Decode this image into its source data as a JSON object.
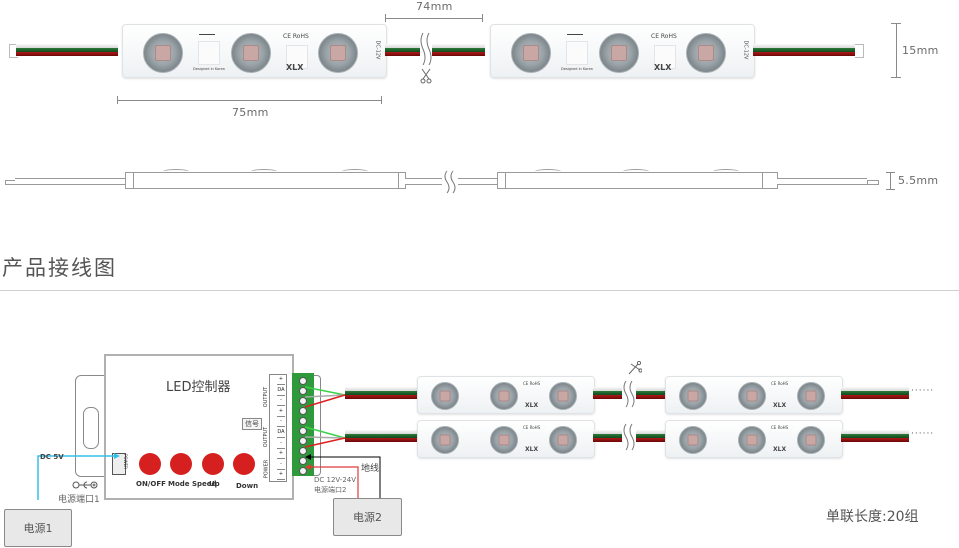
{
  "dimensions": {
    "gap_length": "74mm",
    "module_length": "75mm",
    "module_width": "15mm",
    "module_height": "5.5mm"
  },
  "module": {
    "cert_text": "CE RoHS",
    "brand": "XLX",
    "voltage": "DC-12V",
    "made_in": "Designed in Korea"
  },
  "section": {
    "title": "产品接线图"
  },
  "controller": {
    "title": "LED控制器",
    "signal_tag": "信号",
    "power_port": "POWER",
    "output_label": "OUTPUT",
    "power_label": "POWER",
    "terminal_pins": [
      "+",
      "DA",
      "-",
      "+",
      "-",
      "DA",
      "-",
      "+",
      "-",
      "+"
    ],
    "buttons": [
      {
        "label": "ON/OFF",
        "color": "#d61f1f"
      },
      {
        "label": "Mode",
        "color": "#d61f1f"
      },
      {
        "label": "Speed",
        "color": "#d61f1f"
      },
      {
        "label": "Up",
        "color": "#d61f1f"
      },
      {
        "label": "Down",
        "color": "#d61f1f"
      }
    ],
    "button_text": [
      "ON/OFF",
      "Mode Speed",
      "Up",
      "Down"
    ]
  },
  "wiring": {
    "dc5v_label": "DC 5V",
    "port1_label": "电源端口1",
    "psu1_label": "电源1",
    "psu2_label": "电源2",
    "ground_label": "地线",
    "dc12_24_label": "DC 12V-24V",
    "port2_label": "电源端口2",
    "continuation": "······",
    "chain_note": "单联长度:20组"
  },
  "colors": {
    "wire_green": "#2d7a3a",
    "wire_red": "#b01818",
    "wire_white": "#eeeeee",
    "dc5v_line": "#33c0e8",
    "terminal_block": "#2e9a3c",
    "button_red": "#d61f1f"
  }
}
